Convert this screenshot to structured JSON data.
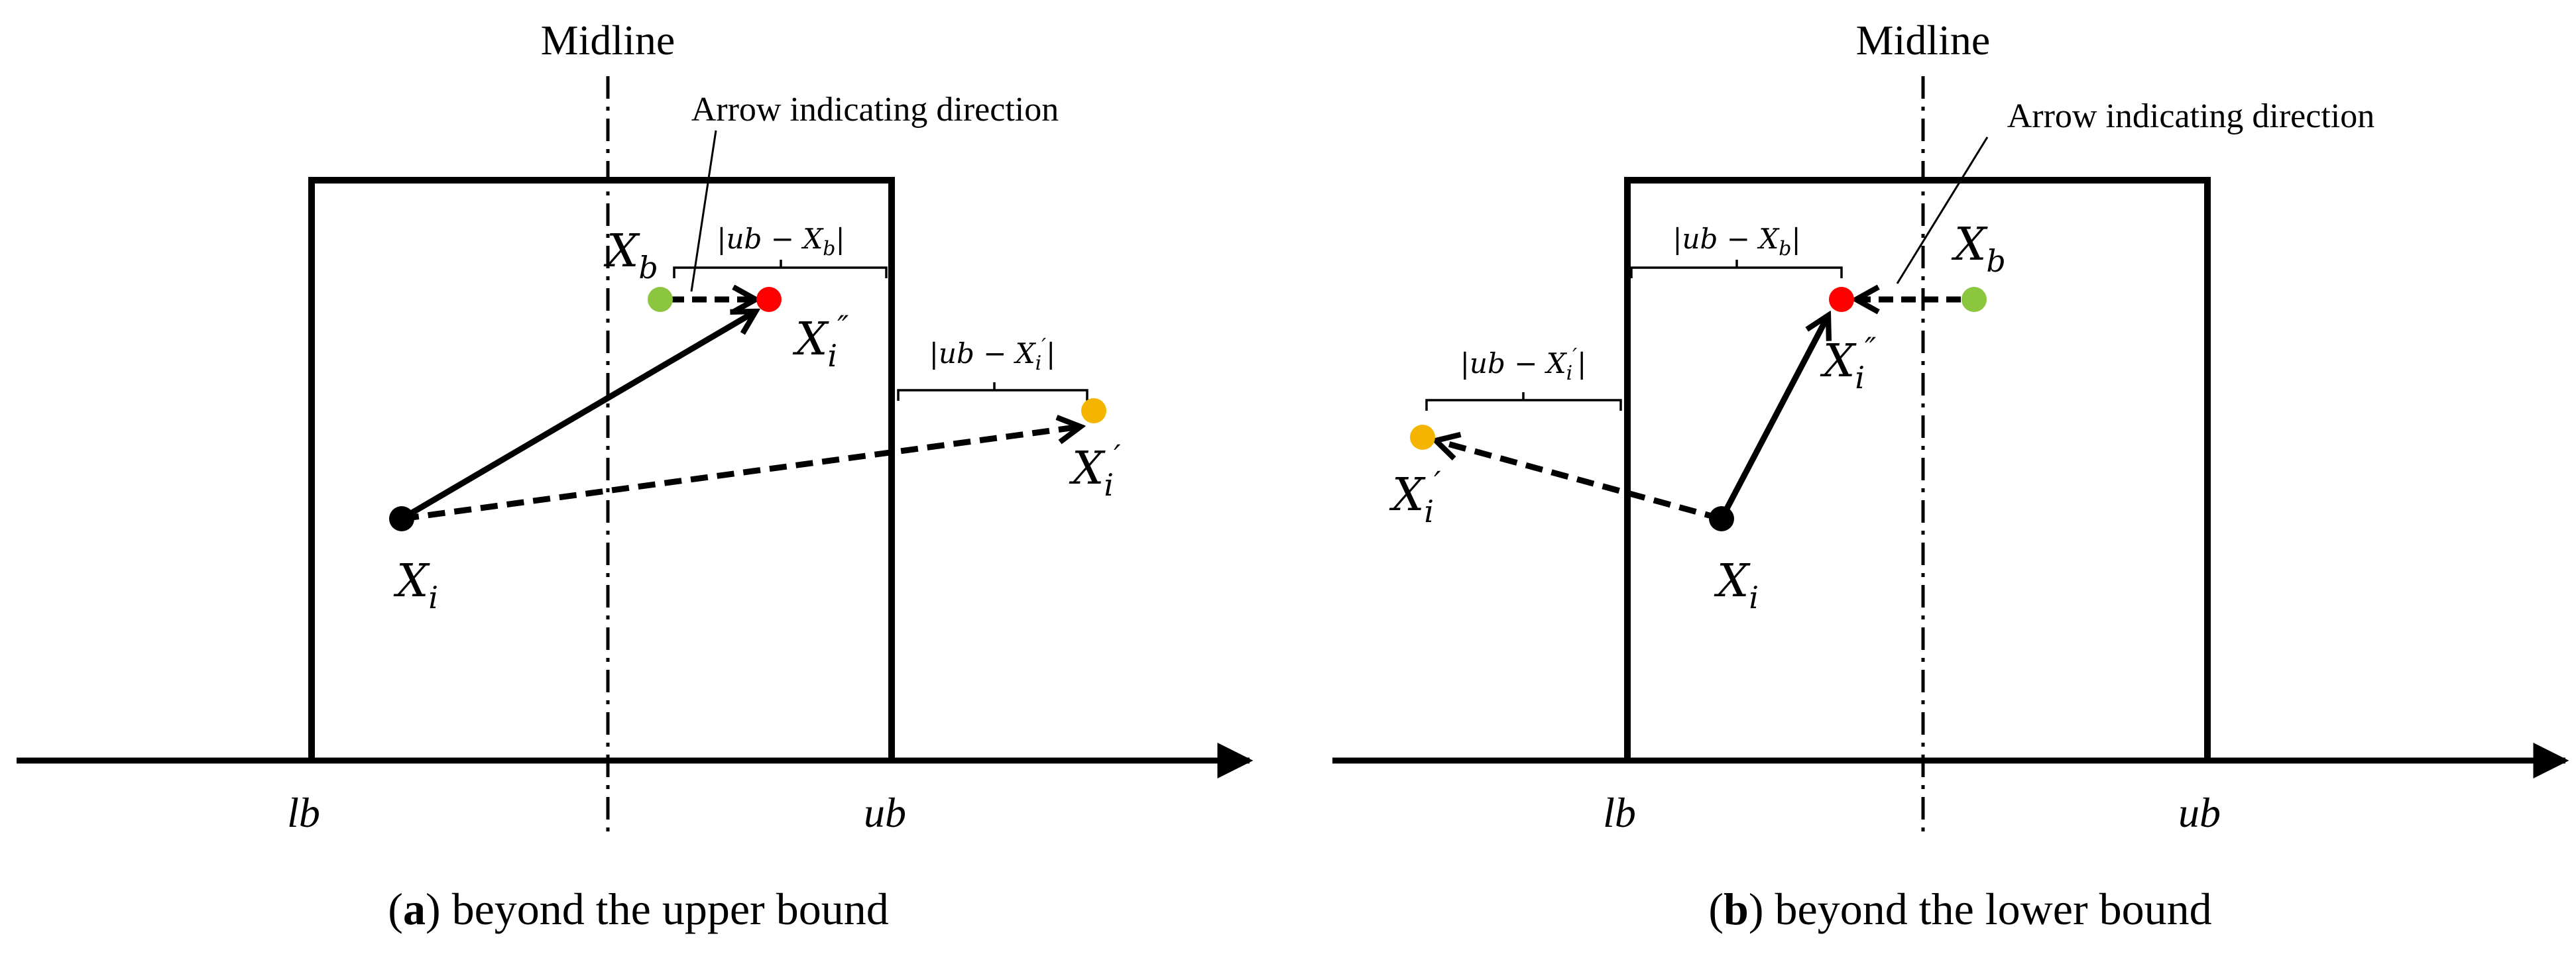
{
  "panels": [
    {
      "id": "a",
      "midline_label": "Midline",
      "annotation": "Arrow indicating direction",
      "lb_label": "lb",
      "ub_label": "ub",
      "caption_letter": "a",
      "caption_text": "beyond the upper bound",
      "bracket_best": {
        "left": "|ub − X",
        "sub": "b",
        "right": "|"
      },
      "bracket_prime": {
        "left": "|ub − X",
        "sub": "i",
        "sup": "′",
        "right": "|"
      },
      "points": {
        "Xi": {
          "main": "X",
          "sub": "i",
          "sup": ""
        },
        "Xb": {
          "main": "X",
          "sub": "b",
          "sup": ""
        },
        "Xi2": {
          "main": "X",
          "sub": "i",
          "sup": "″"
        },
        "Xi1": {
          "main": "X",
          "sub": "i",
          "sup": "′"
        }
      }
    },
    {
      "id": "b",
      "midline_label": "Midline",
      "annotation": "Arrow indicating direction",
      "lb_label": "lb",
      "ub_label": "ub",
      "caption_letter": "b",
      "caption_text": "beyond the lower bound",
      "bracket_best": {
        "left": "|ub − X",
        "sub": "b",
        "right": "|"
      },
      "bracket_prime": {
        "left": "|ub − X",
        "sub": "i",
        "sup": "′",
        "right": "|"
      },
      "points": {
        "Xi": {
          "main": "X",
          "sub": "i",
          "sup": ""
        },
        "Xb": {
          "main": "X",
          "sub": "b",
          "sup": ""
        },
        "Xi2": {
          "main": "X",
          "sub": "i",
          "sup": "″"
        },
        "Xi1": {
          "main": "X",
          "sub": "i",
          "sup": "′"
        }
      }
    }
  ],
  "colors": {
    "current": "#000000",
    "best": "#8cc63f",
    "corrected": "#ff0000",
    "outside": "#f5b400",
    "line": "#000000"
  }
}
